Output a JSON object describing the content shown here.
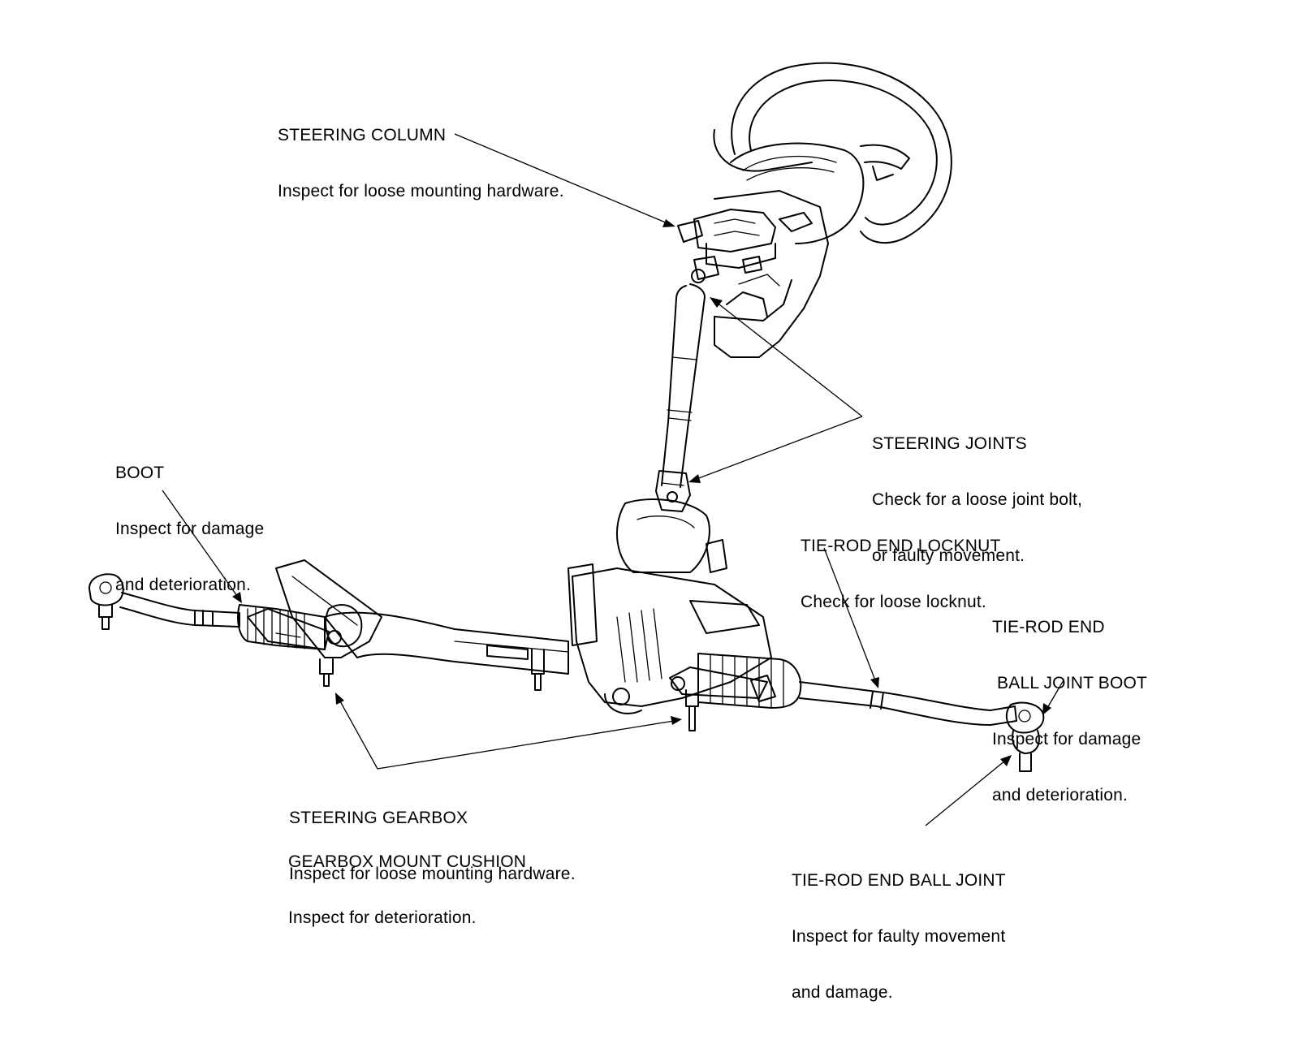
{
  "callouts": {
    "steering_column": {
      "title": "STEERING COLUMN",
      "lines": [
        "Inspect for loose mounting hardware."
      ]
    },
    "steering_joints": {
      "title": "STEERING JOINTS",
      "lines": [
        "Check for a loose joint bolt,",
        "or faulty movement."
      ]
    },
    "boot": {
      "title": "BOOT",
      "lines": [
        "Inspect for damage",
        "and deterioration."
      ]
    },
    "tie_rod_end_locknut": {
      "title": "TIE-ROD END LOCKNUT",
      "lines": [
        "Check for loose locknut."
      ]
    },
    "tie_rod_end_ball_joint_boot": {
      "title_lines": [
        "TIE-ROD END",
        " BALL JOINT BOOT"
      ],
      "lines": [
        "Inspect for damage",
        "and deterioration."
      ]
    },
    "steering_gearbox": {
      "title": "STEERING GEARBOX",
      "lines": [
        "Inspect for loose mounting hardware."
      ]
    },
    "gearbox_mount_cushion": {
      "title": "GEARBOX MOUNT CUSHION",
      "lines": [
        "Inspect for deterioration."
      ]
    },
    "tie_rod_end_ball_joint": {
      "title": "TIE-ROD END BALL JOINT",
      "lines": [
        "Inspect for faulty movement",
        "and damage."
      ]
    }
  }
}
